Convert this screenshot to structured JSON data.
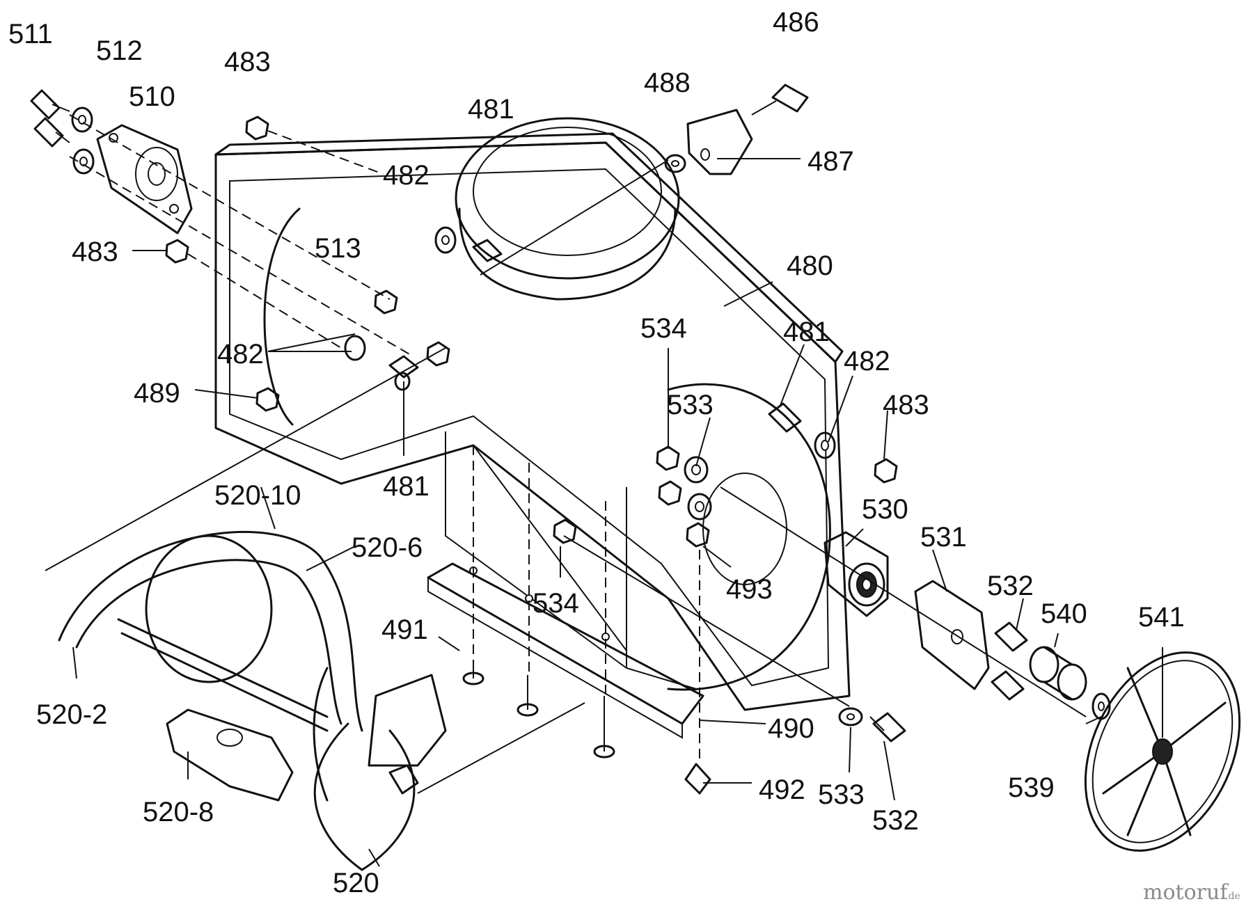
{
  "diagram": {
    "part_numbers": [
      "511",
      "512",
      "510",
      "483",
      "481",
      "482",
      "486",
      "488",
      "487",
      "480",
      "513",
      "489",
      "534",
      "533",
      "530",
      "531",
      "532",
      "540",
      "541",
      "539",
      "491",
      "490",
      "492",
      "493",
      "520-10",
      "520-6",
      "520-2",
      "520-8",
      "520"
    ],
    "watermark": {
      "main": "motoruf",
      "suffix": ".de"
    }
  }
}
